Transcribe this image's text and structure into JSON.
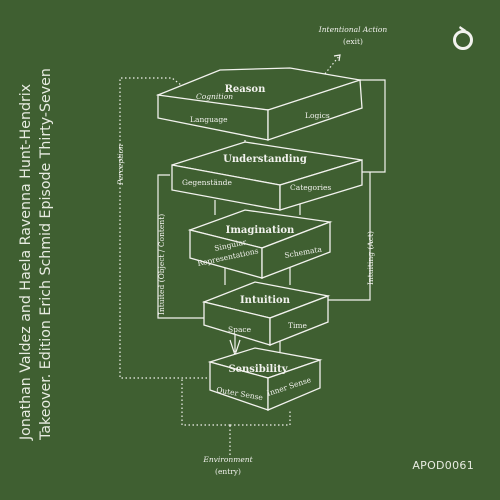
{
  "cover": {
    "side_line1": "Jonathan Valdez and Haela Ravenna Hunt-Hendrix",
    "side_line2": "Takeover. Edition Erich Schmid Episode Thirty-Seven",
    "catalog": "APOD0061"
  },
  "diagram": {
    "intentional_action": "Intentional Action",
    "exit": "(exit)",
    "reason": "Reason",
    "cognition": "Cognition",
    "language": "Language",
    "logics": "Logics",
    "understanding": "Understanding",
    "gegenstande": "Gegenstände",
    "categories": "Categories",
    "imagination": "Imagination",
    "singular": "Singular",
    "representations": "Representations",
    "schemata": "Schemata",
    "intuition": "Intuition",
    "space": "Space",
    "time": "Time",
    "sensibility": "Sensibility",
    "outer_sense": "Outer Sense",
    "inner_sense": "Inner Sense",
    "perception": "Perception",
    "intuited": "Intuited (Object / Content)",
    "intuiting": "Intuiting (Act)",
    "environment": "Environment",
    "entry": "(entry)"
  },
  "colors": {
    "background": "#3f5f31",
    "ink": "#f2f2ee"
  }
}
